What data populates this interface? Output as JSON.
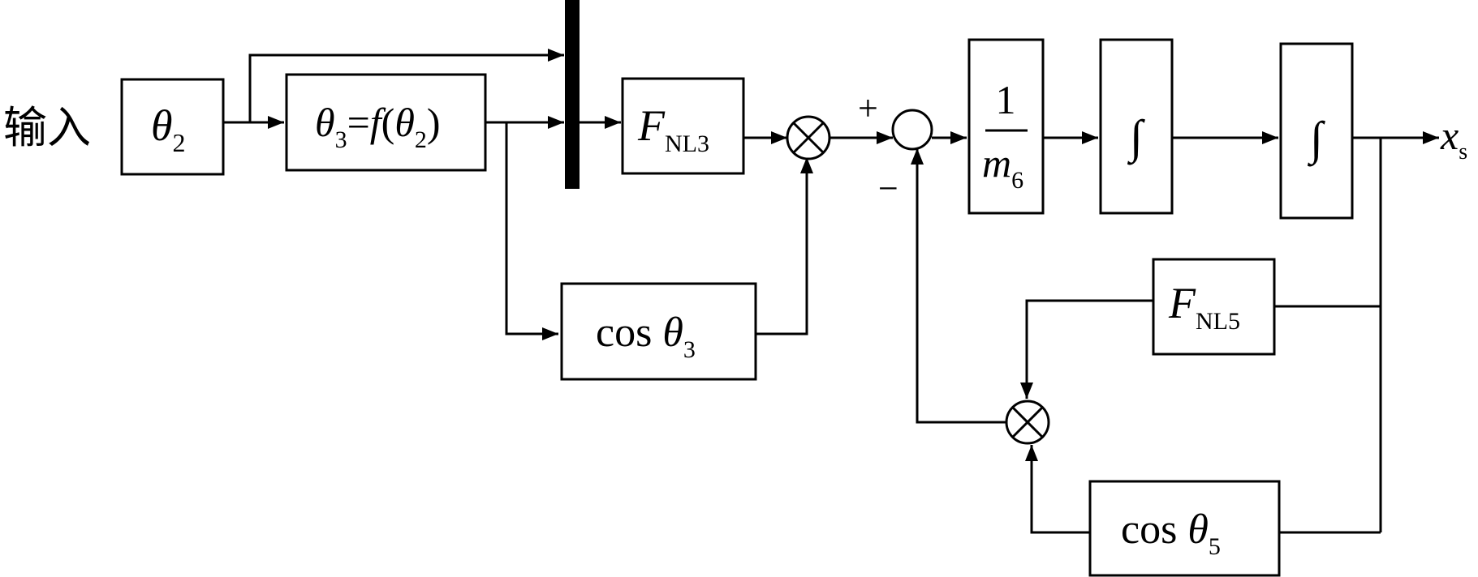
{
  "input_label": "输入",
  "blocks": {
    "theta2": {
      "sym": "θ",
      "sub": "2"
    },
    "theta3_eq": {
      "sym": "θ",
      "sub": "3",
      "eq": "=",
      "func": "f",
      "lp": "(",
      "arg": "θ",
      "arg_sub": "2",
      "rp": ")"
    },
    "fnl3": {
      "sym": "F",
      "sub": "NL3"
    },
    "cos_theta3": {
      "func": "cos",
      "sym": "θ",
      "sub": "3"
    },
    "gain": {
      "num": "1",
      "den": "m",
      "den_sub": "6"
    },
    "int1": {
      "sym": "∫"
    },
    "int2": {
      "sym": "∫"
    },
    "fnl5": {
      "sym": "F",
      "sub": "NL5"
    },
    "cos_theta5": {
      "func": "cos",
      "sym": "θ",
      "sub": "5"
    }
  },
  "multipliers": {
    "m1": "⊗",
    "m2": "⊗"
  },
  "summer": {
    "plus": "+",
    "minus": "−"
  },
  "output": {
    "sym": "x",
    "sub": "s"
  },
  "colors": {
    "stroke": "#000000",
    "background": "#ffffff"
  }
}
